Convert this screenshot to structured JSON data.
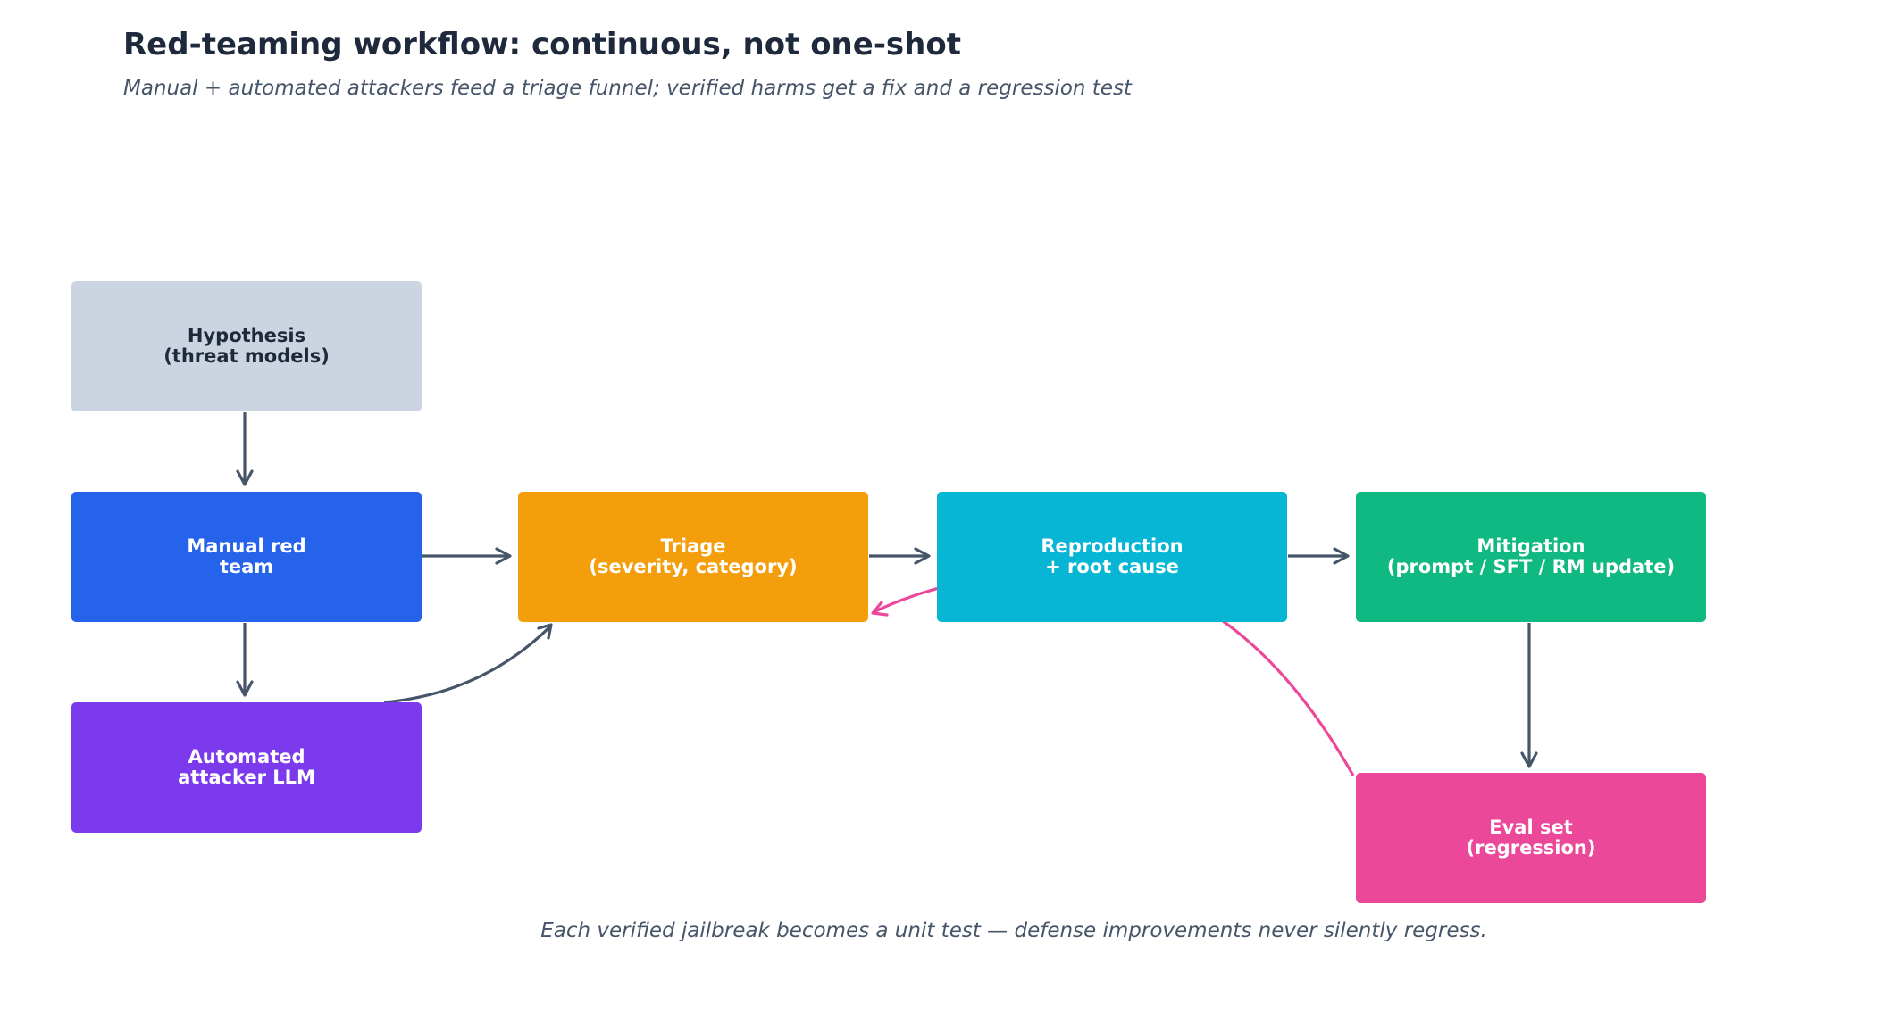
{
  "title": "Red-teaming workflow: continuous, not one-shot",
  "subtitle": "Manual + automated attackers feed a triage funnel; verified harms get a fix and a regression test",
  "footer": "Each verified jailbreak becomes a unit test — defense improvements never silently regress.",
  "nodes": {
    "hypothesis": {
      "label": "Hypothesis\n(threat models)",
      "color": "#cbd5e1",
      "text_color": "#1e293b"
    },
    "manual": {
      "label": "Manual red\nteam",
      "color": "#2563eb",
      "text_color": "#ffffff"
    },
    "automated": {
      "label": "Automated\nattacker LLM",
      "color": "#7c3aed",
      "text_color": "#ffffff"
    },
    "triage": {
      "label": "Triage\n(severity, category)",
      "color": "#f59e0b",
      "text_color": "#ffffff"
    },
    "repro": {
      "label": "Reproduction\n+ root cause",
      "color": "#06b6d4",
      "text_color": "#ffffff"
    },
    "mitigation": {
      "label": "Mitigation\n(prompt / SFT / RM update)",
      "color": "#10b981",
      "text_color": "#ffffff"
    },
    "eval": {
      "label": "Eval set\n(regression)",
      "color": "#ec4899",
      "text_color": "#ffffff"
    }
  },
  "edges": [
    {
      "from": "hypothesis",
      "to": "manual",
      "color": "#475569"
    },
    {
      "from": "manual",
      "to": "automated",
      "color": "#475569"
    },
    {
      "from": "manual",
      "to": "triage",
      "color": "#475569"
    },
    {
      "from": "automated",
      "to": "triage",
      "color": "#475569"
    },
    {
      "from": "triage",
      "to": "repro",
      "color": "#475569"
    },
    {
      "from": "repro",
      "to": "mitigation",
      "color": "#475569"
    },
    {
      "from": "mitigation",
      "to": "eval",
      "color": "#475569"
    },
    {
      "from": "eval",
      "to": "triage",
      "color": "#ec4899"
    }
  ]
}
